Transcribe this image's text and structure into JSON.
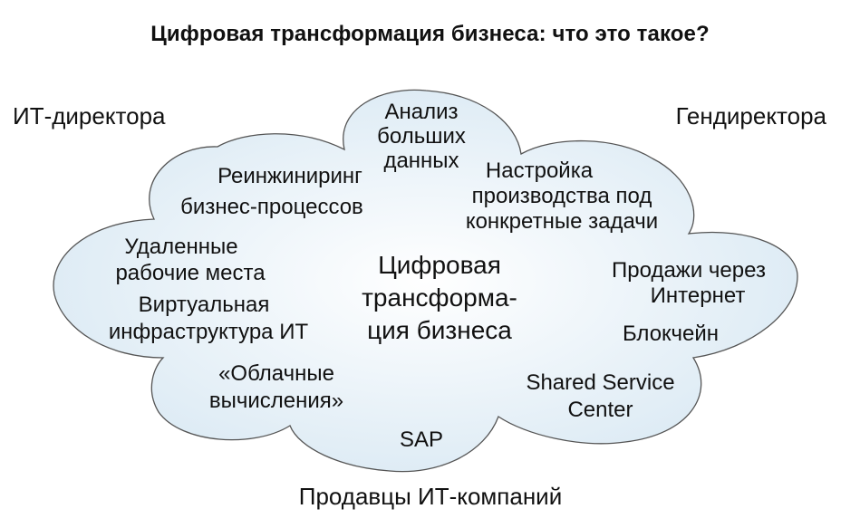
{
  "title": "Цифровая трансформация бизнеса: что это такое?",
  "stakeholders": {
    "it_directors": "ИТ-директора",
    "ceos": "Гендиректора",
    "it_vendors": "Продавцы ИТ-компаний"
  },
  "cloud": {
    "fill_color": "#d8e8f3",
    "stroke_color": "#555555",
    "center": [
      "Цифровая",
      "трансформа-",
      "ция бизнеса"
    ],
    "topics": {
      "big_data": [
        "Анализ",
        "больших",
        "данных"
      ],
      "reengineering": [
        "Реинжиниринг",
        "бизнес-процессов"
      ],
      "production_tuning": [
        "Настройка",
        "производства под",
        "конкретные задачи"
      ],
      "remote_workplaces": [
        "Удаленные",
        "рабочие места"
      ],
      "virtual_infra": [
        "Виртуальная",
        "инфраструктура ИТ"
      ],
      "online_sales": [
        "Продажи через",
        "Интернет"
      ],
      "blockchain": [
        "Блокчейн"
      ],
      "cloud_computing": [
        "«Облачные",
        "вычисления»"
      ],
      "shared_service": [
        "Shared Service",
        "Center"
      ],
      "sap": [
        "SAP"
      ]
    }
  }
}
